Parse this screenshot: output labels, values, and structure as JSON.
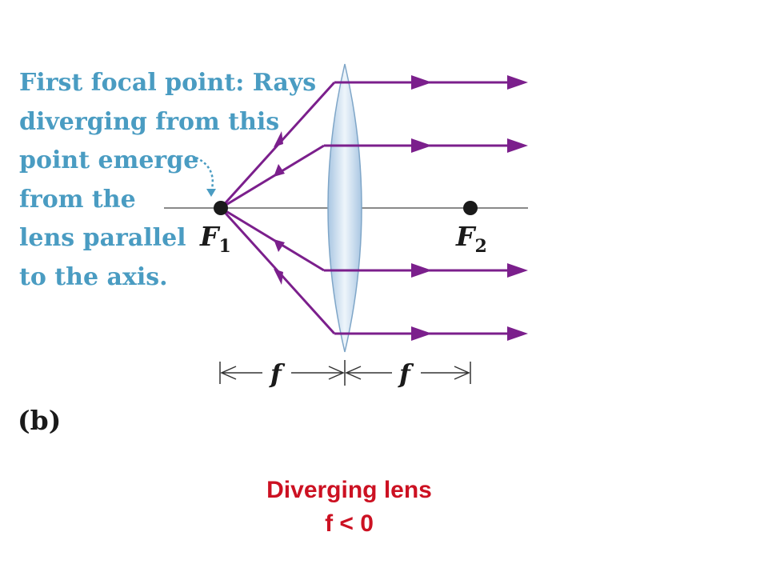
{
  "callout": {
    "lines": [
      "First focal point: Rays",
      "diverging from this",
      "point emerge",
      "from the",
      "lens parallel",
      "to the axis."
    ]
  },
  "points": {
    "f1": {
      "main": "F",
      "sub": "1"
    },
    "f2": {
      "main": "F",
      "sub": "2"
    }
  },
  "dimension": {
    "left_label": "f",
    "right_label": "f"
  },
  "panel_label": "(b)",
  "caption": {
    "line1": "Diverging lens",
    "line2": "f < 0"
  },
  "colors": {
    "ray": "#7b1f8c",
    "callout_text": "#4a9cc2",
    "caption_text": "#cc1122",
    "lens_fill": "#d6e6f4",
    "axis": "#8a8a8a"
  }
}
